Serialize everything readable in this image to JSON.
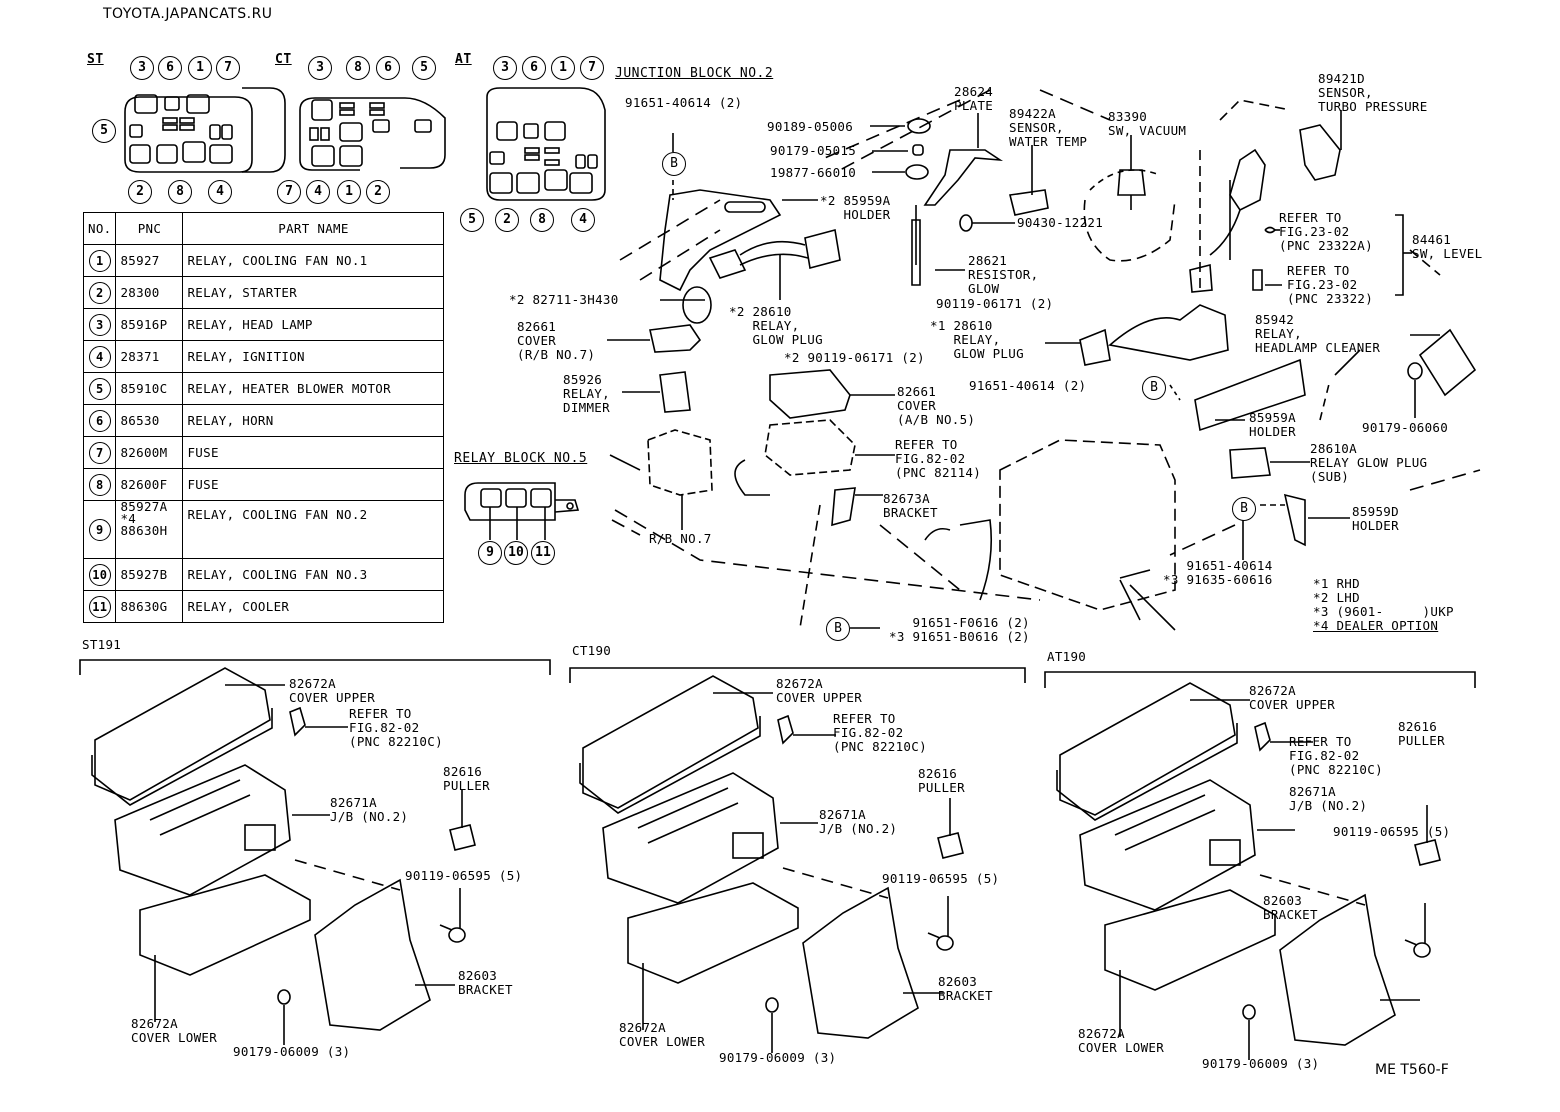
{
  "site": "TOYOTA.JAPANCATS.RU",
  "layouts": [
    {
      "code": "ST",
      "top_callouts": [
        "3",
        "6",
        "1",
        "7"
      ],
      "side_callouts": [
        "5"
      ],
      "bottom_callouts": [
        "2",
        "8",
        "4"
      ]
    },
    {
      "code": "CT",
      "top_callouts": [
        "3",
        "8",
        "6",
        "5"
      ],
      "side_callouts": [],
      "bottom_callouts": [
        "7",
        "4",
        "1",
        "2"
      ]
    },
    {
      "code": "AT",
      "top_callouts": [
        "3",
        "6",
        "1",
        "7"
      ],
      "side_callouts": [],
      "bottom_callouts": [
        "5",
        "2",
        "8",
        "4"
      ]
    }
  ],
  "parts_table": {
    "headers": [
      "NO.",
      "PNC",
      "PART NAME"
    ],
    "rows": [
      {
        "no": "1",
        "pnc": "85927",
        "name": "RELAY, COOLING FAN NO.1"
      },
      {
        "no": "2",
        "pnc": "28300",
        "name": "RELAY, STARTER"
      },
      {
        "no": "3",
        "pnc": "85916P",
        "name": "RELAY, HEAD LAMP"
      },
      {
        "no": "4",
        "pnc": "28371",
        "name": "RELAY, IGNITION"
      },
      {
        "no": "5",
        "pnc": "85910C",
        "name": "RELAY, HEATER BLOWER MOTOR"
      },
      {
        "no": "6",
        "pnc": "86530",
        "name": "RELAY, HORN"
      },
      {
        "no": "7",
        "pnc": "82600M",
        "name": "FUSE"
      },
      {
        "no": "8",
        "pnc": "82600F",
        "name": "FUSE"
      },
      {
        "no": "9",
        "pnc": "85927A\n*4\n88630H",
        "name": "RELAY, COOLING FAN NO.2"
      },
      {
        "no": "10",
        "pnc": "85927B",
        "name": "RELAY, COOLING FAN NO.3"
      },
      {
        "no": "11",
        "pnc": "88630G",
        "name": "RELAY, COOLER"
      }
    ]
  },
  "headings": {
    "junction_block": "JUNCTION BLOCK NO.2",
    "relay_block": "RELAY BLOCK NO.5",
    "relay_block_callouts": [
      "9",
      "10",
      "11"
    ],
    "rb7": "R/B NO.7"
  },
  "callouts": {
    "c1": "91651-40614 (2)",
    "c2": "90189-05006",
    "c3": "90179-05015",
    "c4": "19877-66010",
    "c5": "*2 85959A\n   HOLDER",
    "c6": "28624\nPLATE",
    "c7": "89422A\nSENSOR,\nWATER TEMP",
    "c8": "83390\nSW, VACUUM",
    "c9": "89421D\nSENSOR,\nTURBO PRESSURE",
    "c10": "90430-12221",
    "c11": "28621\nRESISTOR,\nGLOW",
    "c12": "90119-06171 (2)",
    "c13": "*1 28610\n   RELAY,\n   GLOW PLUG",
    "c14": "REFER TO\nFIG.23-02\n(PNC 23322A)",
    "c15": "REFER TO\nFIG.23-02\n(PNC 23322)",
    "c16": "84461\nSW, LEVEL",
    "c17": "*2 82711-3H430",
    "c18": "*2 28610\n   RELAY,\n   GLOW PLUG",
    "c19": "*2 90119-06171 (2)",
    "c20": "82661\nCOVER\n(R/B NO.7)",
    "c21": "85926\nRELAY,\nDIMMER",
    "c22": "82661\nCOVER\n(A/B NO.5)",
    "c23": "REFER TO\nFIG.82-02\n(PNC 82114)",
    "c24": "82673A\nBRACKET",
    "c25": "91651-40614 (2)",
    "c26": "85942\nRELAY,\nHEADLAMP CLEANER",
    "c27": "85959A\nHOLDER",
    "c28": "90179-06060",
    "c29": "28610A\nRELAY GLOW PLUG\n(SUB)",
    "c30": "85959D\nHOLDER",
    "c31": "   91651-40614\n*3 91635-60616",
    "c32": "   91651-F0616 (2)\n*3 91651-B0616 (2)"
  },
  "notes": [
    "*1 RHD",
    "*2 LHD",
    "*3 (9601-     )UKP",
    "*4 DEALER OPTION"
  ],
  "variants": [
    {
      "model": "ST191",
      "cover_upper": "82672A\nCOVER UPPER",
      "refer": "REFER TO\nFIG.82-02\n(PNC 82210C)",
      "puller": "82616\nPULLER",
      "jb": "82671A\nJ/B (NO.2)",
      "bolt": "90119-06595 (5)",
      "bracket": "82603\nBRACKET",
      "cover_lower": "82672A\nCOVER LOWER",
      "clip": "90179-06009 (3)"
    },
    {
      "model": "CT190",
      "cover_upper": "82672A\nCOVER UPPER",
      "refer": "REFER TO\nFIG.82-02\n(PNC 82210C)",
      "puller": "82616\nPULLER",
      "jb": "82671A\nJ/B (NO.2)",
      "bolt": "90119-06595 (5)",
      "bracket": "82603\nBRACKET",
      "cover_lower": "82672A\nCOVER LOWER",
      "clip": "90179-06009 (3)"
    },
    {
      "model": "AT190",
      "cover_upper": "82672A\nCOVER UPPER",
      "refer": "REFER TO\nFIG.82-02\n(PNC 82210C)",
      "puller": "82616\nPULLER",
      "jb": "82671A\nJ/B (NO.2)",
      "bolt": "90119-06595 (5)",
      "bracket": "82603\nBRACKET",
      "cover_lower": "82672A\nCOVER LOWER",
      "clip": "90179-06009 (3)"
    }
  ],
  "footer": "ME T560-F",
  "ref_marker": "B"
}
